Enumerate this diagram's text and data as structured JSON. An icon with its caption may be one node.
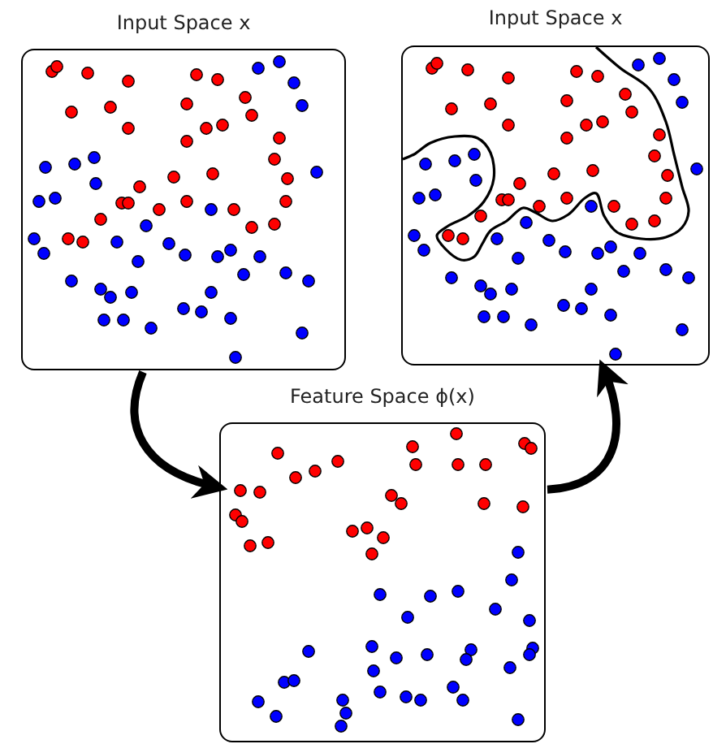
{
  "diagram": {
    "nodes": [
      {
        "text": [
          "Input Space x"
        ]
      },
      {
        "text": [
          "Input Space x"
        ]
      },
      {
        "text": [
          "Feature Space ϕ(x)"
        ]
      }
    ],
    "edges": [
      {
        "from": 0,
        "to": 2,
        "arrow": "to"
      },
      {
        "from": 2,
        "to": 1,
        "arrow": "to"
      }
    ]
  }
}
